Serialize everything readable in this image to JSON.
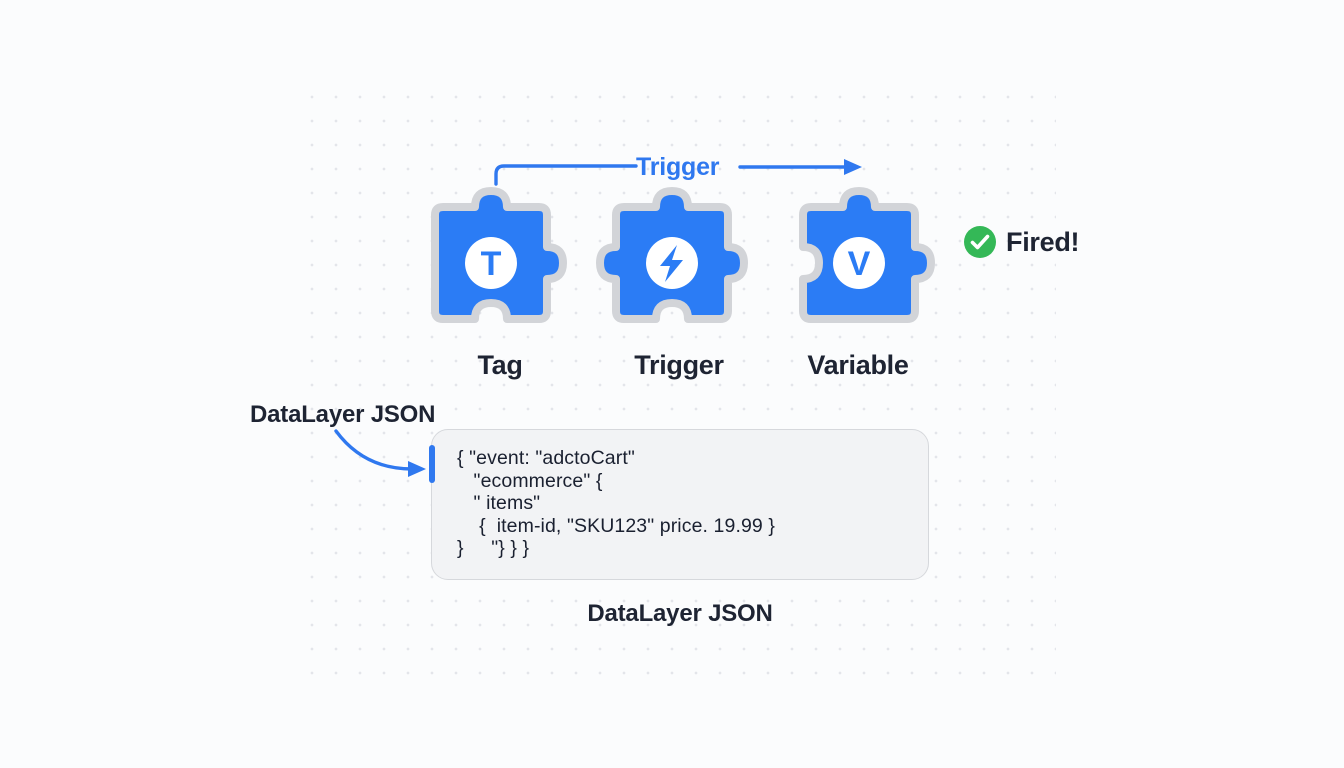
{
  "canvas": {
    "background_color": "#fbfcfd",
    "grid_dot_color": "#e3e5ea"
  },
  "flow": {
    "arrow_label": "Trigger",
    "arrow_color": "#2f78ef"
  },
  "pieces": [
    {
      "key": "tag",
      "label": "Tag",
      "icon": "letter-t-icon",
      "glyph": "T",
      "color": "#2b7cf5"
    },
    {
      "key": "trigger",
      "label": "Trigger",
      "icon": "lightning-bolt-icon",
      "glyph": "",
      "color": "#2b7cf5"
    },
    {
      "key": "variable",
      "label": "Variable",
      "icon": "letter-v-icon",
      "glyph": "V",
      "color": "#2b7cf5"
    }
  ],
  "status": {
    "badge_label": "Fired!",
    "badge_color": "#34b857",
    "badge_icon": "check-circle-icon"
  },
  "datalayer": {
    "callout_label": "DataLayer JSON",
    "caption": "DataLayer JSON",
    "accent_color": "#2f78ef",
    "code": "{ \"event: \"adctoCart\"\n   \"ecommerce\" {\n   \" items\"\n    {  item-id, \"SKU123\" price. 19.99 }\n}     \"} } }"
  }
}
